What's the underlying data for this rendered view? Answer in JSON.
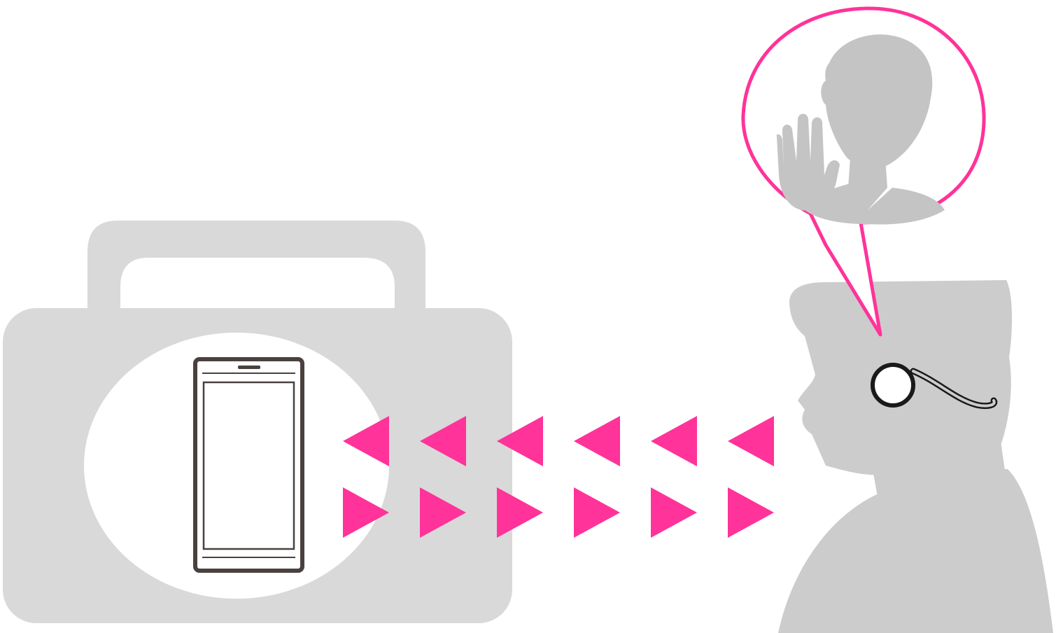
{
  "colors": {
    "background": "#ffffff",
    "device_gray": "#d9d9d9",
    "person_gray": "#cccccc",
    "bubble_person_gray": "#c4c4c4",
    "accent_pink": "#ff3399",
    "phone_frame": "#4a413f",
    "earpiece": "#1a1a1a"
  },
  "icons": {
    "speaker": "boombox-speaker-icon",
    "phone": "smartphone-icon",
    "listener": "person-with-earpiece-icon",
    "caller": "waving-person-icon"
  },
  "signal": {
    "incoming_arrow_count": 6,
    "outgoing_arrow_count": 6,
    "incoming_direction": "left",
    "outgoing_direction": "right"
  }
}
